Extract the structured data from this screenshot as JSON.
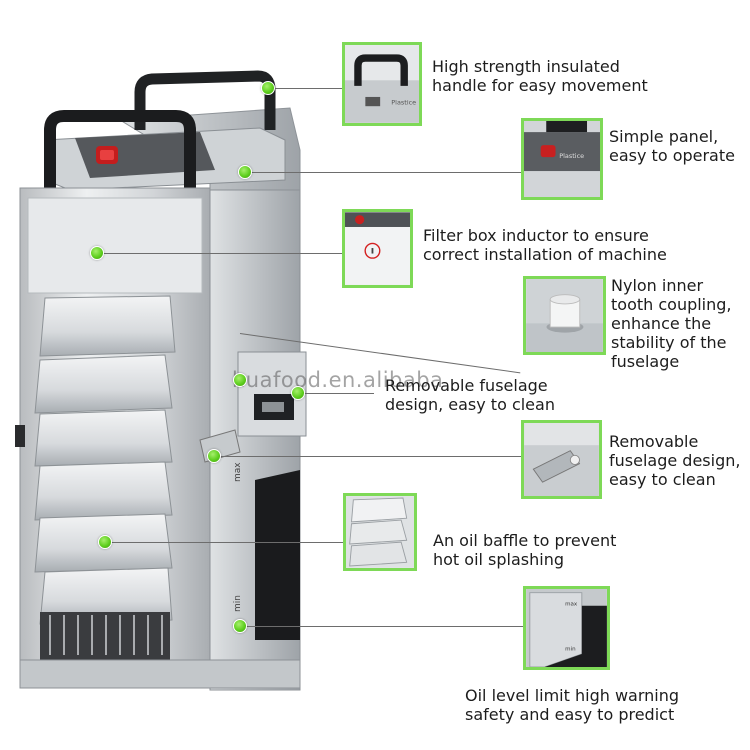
{
  "watermark": "huafood.en.alibaba",
  "panel_label": "Plastice",
  "max_label": "max",
  "min_label": "min",
  "accent_color": "#6fd62f",
  "callouts": [
    {
      "id": "handle",
      "text": "High strength insulated\nhandle for easy movement"
    },
    {
      "id": "panel",
      "text": "Simple panel,\neasy to operate"
    },
    {
      "id": "inductor",
      "text": "Filter box inductor to ensure\ncorrect installation of machine"
    },
    {
      "id": "coupling",
      "text": "Nylon inner\ntooth coupling,\nenhance the\nstability of the\nfuselage"
    },
    {
      "id": "fuselage1",
      "text": "Removable fuselage\ndesign, easy to clean"
    },
    {
      "id": "fuselage2",
      "text": "Removable\nfuselage design,\neasy to clean"
    },
    {
      "id": "baffle",
      "text": "An oil baffle to prevent\nhot oil splashing"
    },
    {
      "id": "level",
      "text": "Oil level limit high warning\nsafety and easy to predict"
    }
  ]
}
